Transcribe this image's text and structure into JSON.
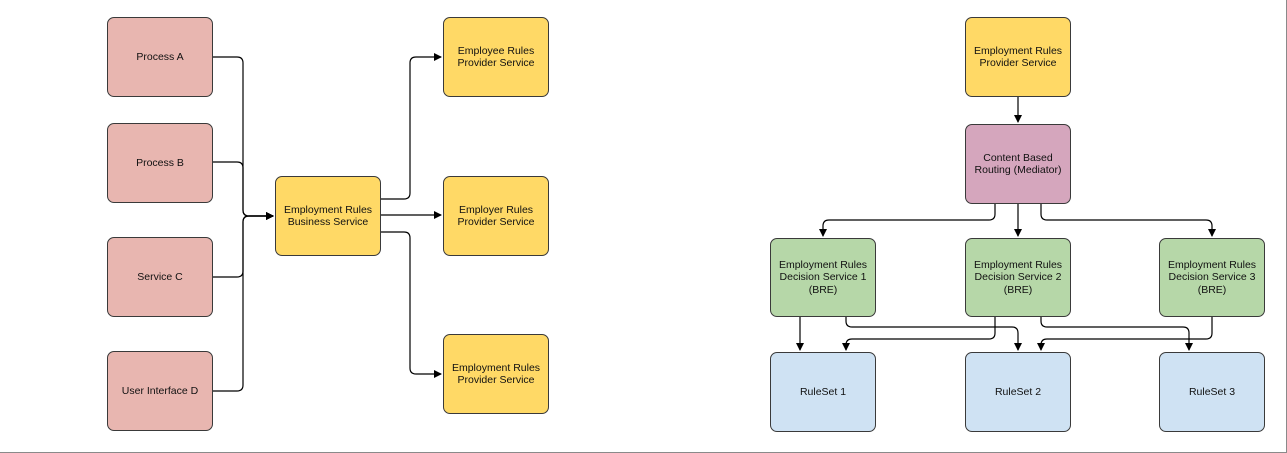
{
  "diagram": {
    "left": {
      "sources": [
        {
          "label": "Process A"
        },
        {
          "label": "Process B"
        },
        {
          "label": "Service C"
        },
        {
          "label": "User Interface D"
        }
      ],
      "business_service": {
        "label": "Employment Rules\nBusiness Service"
      },
      "providers": [
        {
          "label": "Employee Rules\nProvider Service"
        },
        {
          "label": "Employer Rules\nProvider Service"
        },
        {
          "label": "Employment Rules\nProvider Service"
        }
      ]
    },
    "right": {
      "provider": {
        "label": "Employment Rules\nProvider Service"
      },
      "mediator": {
        "label": "Content Based\nRouting (Mediator)"
      },
      "decision_services": [
        {
          "label": "Employment Rules\nDecision Service 1\n(BRE)"
        },
        {
          "label": "Employment Rules\nDecision Service 2\n(BRE)"
        },
        {
          "label": "Employment Rules\nDecision Service 3\n(BRE)"
        }
      ],
      "rulesets": [
        {
          "label": "RuleSet 1"
        },
        {
          "label": "RuleSet 2"
        },
        {
          "label": "RuleSet 3"
        }
      ]
    },
    "colors": {
      "source": "#e8b6b0",
      "service": "#ffd966",
      "mediator": "#d5a6bd",
      "decision": "#b6d7a8",
      "ruleset": "#cfe2f3",
      "edge": "#000000"
    }
  }
}
